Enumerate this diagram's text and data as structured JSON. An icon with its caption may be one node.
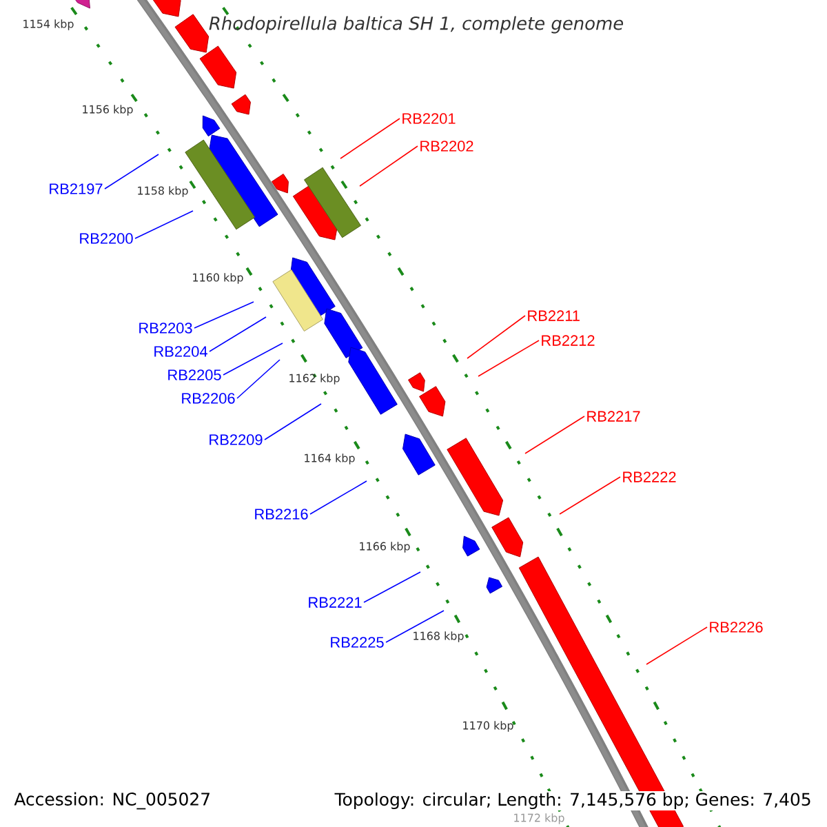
{
  "diagram": {
    "title": "Rhodopirellula baltica SH 1, complete genome",
    "nodes": [
      {
        "text": [
          "RB2201"
        ]
      },
      {
        "text": [
          "RB2202"
        ]
      },
      {
        "text": [
          "RB2197"
        ]
      },
      {
        "text": [
          "RB2200"
        ]
      },
      {
        "text": [
          "RB2211"
        ]
      },
      {
        "text": [
          "RB2203"
        ]
      },
      {
        "text": [
          "RB2212"
        ]
      },
      {
        "text": [
          "RB2204"
        ]
      },
      {
        "text": [
          "RB2205"
        ]
      },
      {
        "text": [
          "RB2206"
        ]
      },
      {
        "text": [
          "RB2217"
        ]
      },
      {
        "text": [
          "RB2209"
        ]
      },
      {
        "text": [
          "RB2222"
        ]
      },
      {
        "text": [
          "RB2216"
        ]
      },
      {
        "text": [
          "RB2221"
        ]
      },
      {
        "text": [
          "RB2226"
        ]
      },
      {
        "text": [
          "RB2225"
        ]
      }
    ],
    "edges": [
      {
        "from": 0,
        "to": null,
        "arrow": "none",
        "color": "#ff0000"
      },
      {
        "from": 1,
        "to": null,
        "arrow": "none",
        "color": "#ff0000"
      },
      {
        "from": 2,
        "to": null,
        "arrow": "none"
      },
      {
        "from": 3,
        "to": null,
        "arrow": "none"
      },
      {
        "from": 4,
        "to": null,
        "arrow": "none",
        "color": "#ff0000"
      },
      {
        "from": 5,
        "to": null,
        "arrow": "none"
      },
      {
        "from": 6,
        "to": null,
        "arrow": "none",
        "color": "#ff0000"
      },
      {
        "from": 7,
        "to": null,
        "arrow": "none"
      },
      {
        "from": 8,
        "to": null,
        "arrow": "none"
      },
      {
        "from": 9,
        "to": null,
        "arrow": "none"
      },
      {
        "from": 10,
        "to": null,
        "arrow": "none",
        "color": "#ff0000"
      },
      {
        "from": 11,
        "to": null,
        "arrow": "none"
      },
      {
        "from": 12,
        "to": null,
        "arrow": "none",
        "color": "#ff0000"
      },
      {
        "from": 13,
        "to": null,
        "arrow": "none"
      },
      {
        "from": 14,
        "to": null,
        "arrow": "none"
      },
      {
        "from": 15,
        "to": null,
        "arrow": "none",
        "color": "#ff0000"
      },
      {
        "from": 16,
        "to": null,
        "arrow": "none"
      }
    ],
    "labels": [
      "1154 kbp",
      "1156 kbp",
      "1158 kbp",
      "1160 kbp",
      "1162 kbp",
      "1164 kbp",
      "1166 kbp",
      "1168 kbp",
      "1170 kbp",
      "1172 kbp",
      "Accession: NC_005027",
      "Topology: circular; Length: 7,145,576 bp; Genes: 7,405"
    ]
  }
}
